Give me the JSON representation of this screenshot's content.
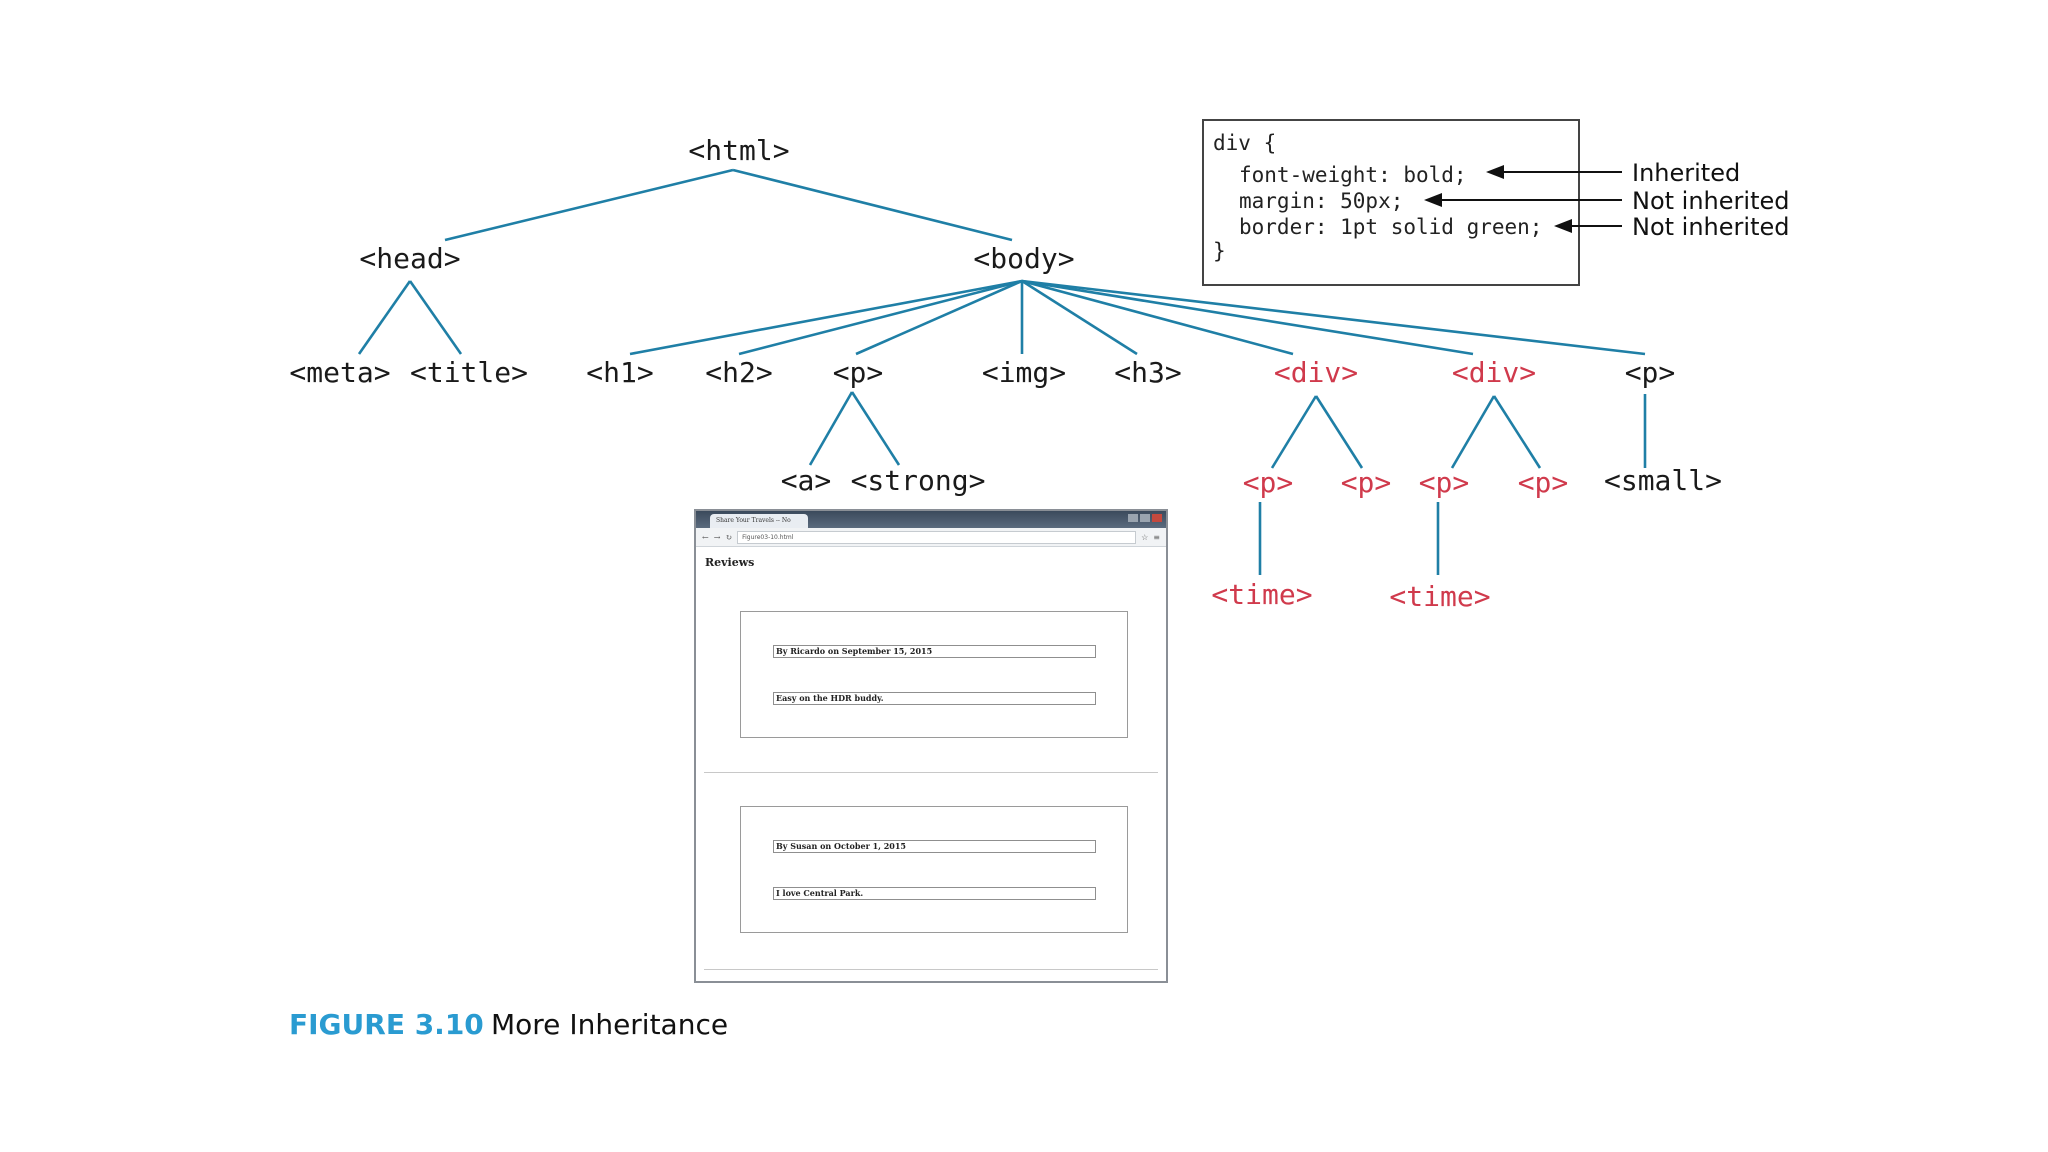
{
  "tree": {
    "html": "<html>",
    "head": "<head>",
    "body": "<body>",
    "meta": "<meta>",
    "title": "<title>",
    "h1": "<h1>",
    "h2": "<h2>",
    "p1": "<p>",
    "img": "<img>",
    "h3": "<h3>",
    "div1": "<div>",
    "div2": "<div>",
    "p2": "<p>",
    "a": "<a>",
    "strong": "<strong>",
    "div1_p1": "<p>",
    "div1_p2": "<p>",
    "div2_p1": "<p>",
    "div2_p2": "<p>",
    "small": "<small>",
    "time1": "<time>",
    "time2": "<time>"
  },
  "code_box": {
    "line1": "div {",
    "line2": "font-weight: bold;",
    "line3": "margin: 50px;",
    "line4": "border: 1pt solid green;",
    "line5": "}"
  },
  "annotations": {
    "a1": "Inherited",
    "a2": "Not inherited",
    "a3": "Not inherited"
  },
  "browser": {
    "tab_title": "Share Your Travels -- No",
    "url": "Figure03-10.html",
    "heading": "Reviews",
    "reviews": [
      {
        "line1": "By Ricardo on September 15, 2015",
        "line2": "Easy on the HDR buddy."
      },
      {
        "line1": "By Susan on October 1, 2015",
        "line2": "I love Central Park."
      }
    ]
  },
  "caption": {
    "number": "FIGURE 3.10",
    "title": "More Inheritance"
  },
  "colors": {
    "edge": "#1f7fa6",
    "highlight_text": "#d03a4c",
    "caption_number": "#2a9bd1"
  }
}
